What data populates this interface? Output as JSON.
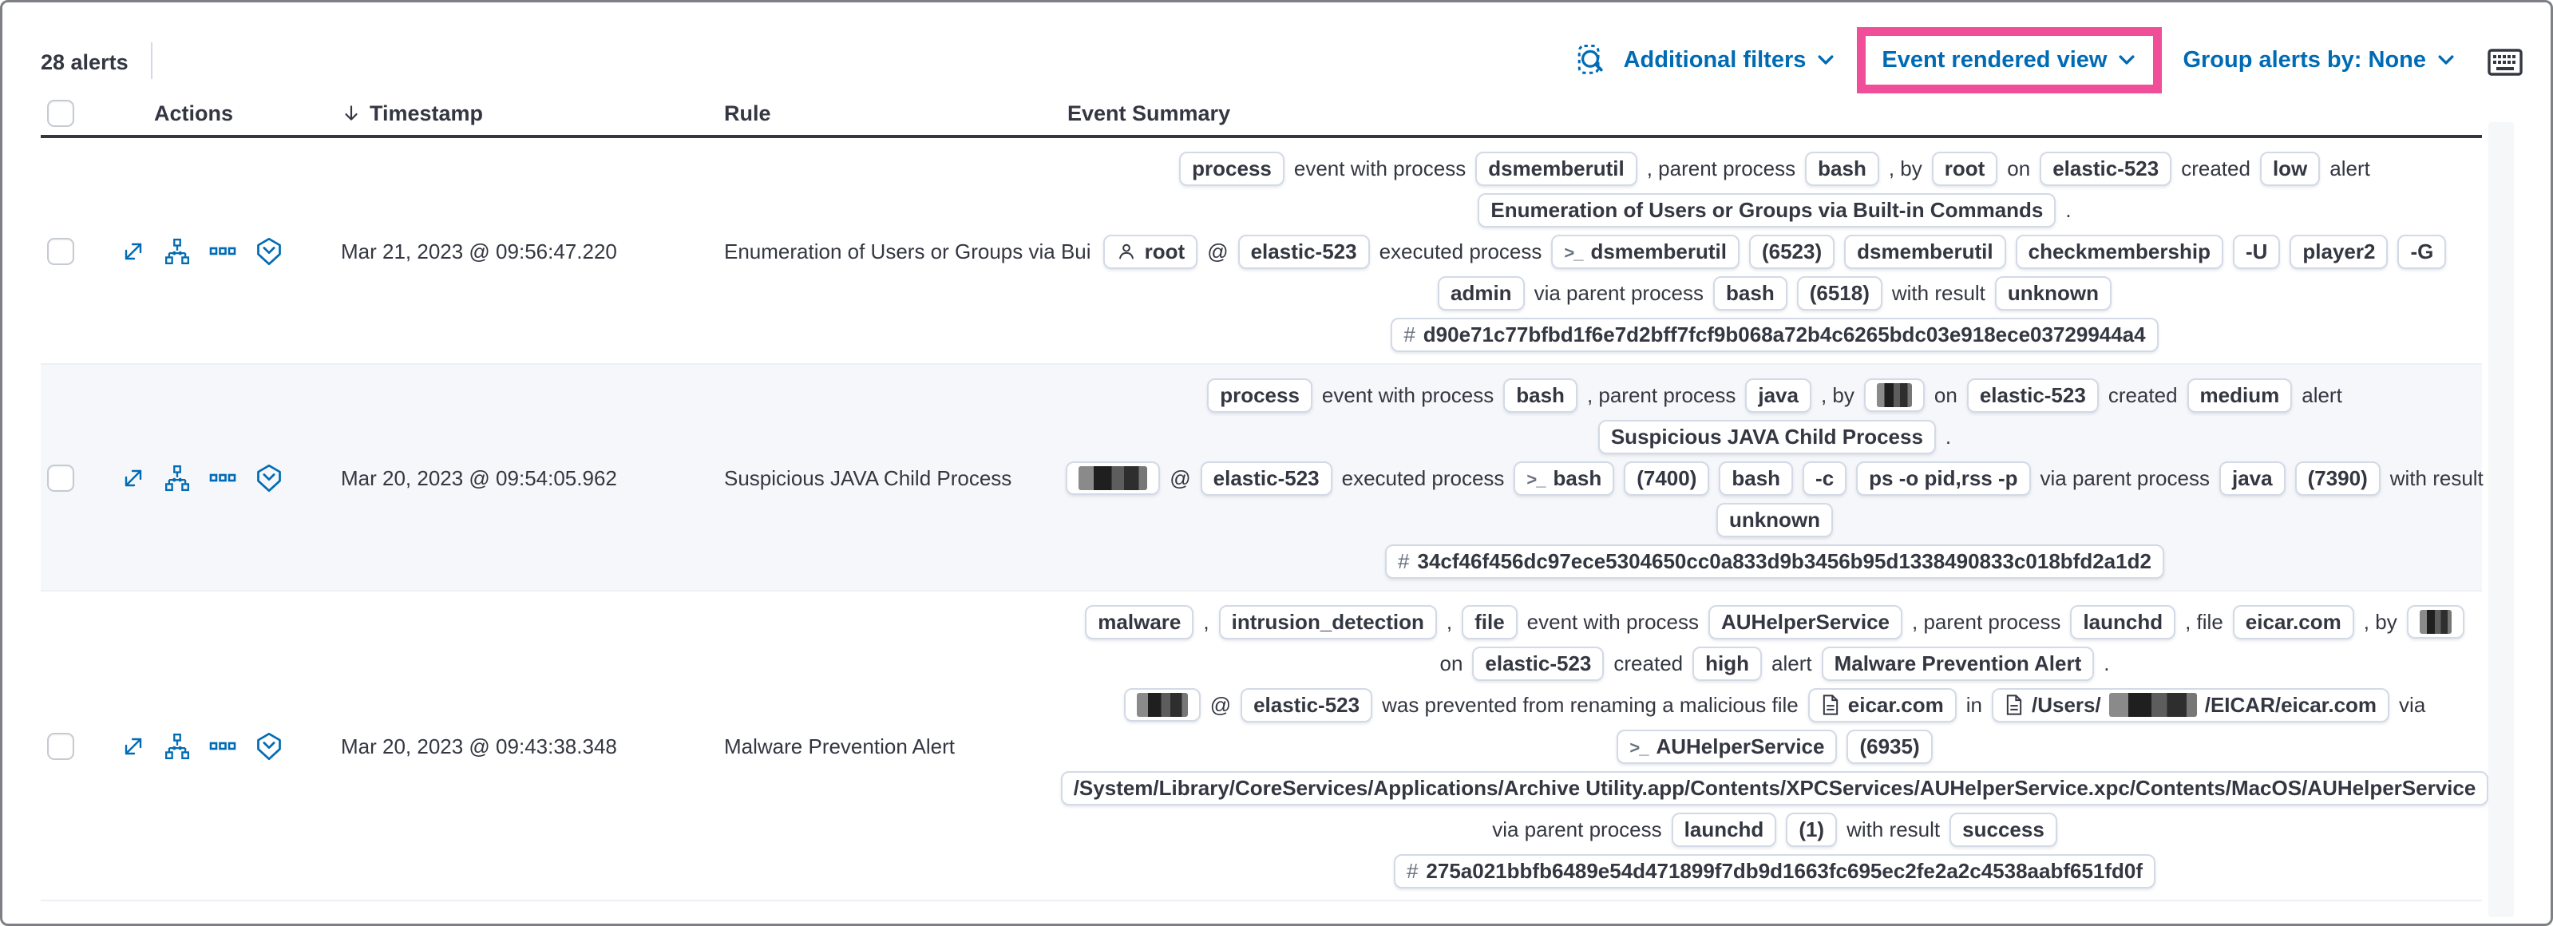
{
  "colors": {
    "accent_pink": "#F04E98",
    "link_blue": "#006BB4",
    "stripe": "#f5f7fa"
  },
  "toolbar": {
    "alerts_count": "28 alerts",
    "additional_filters": "Additional filters",
    "view_selector": "Event rendered view",
    "group_by": "Group alerts by: None"
  },
  "icons": {
    "user": "user-icon",
    "terminal": "terminal-prompt-icon",
    "file": "document-icon",
    "hash": "hash-icon"
  },
  "table": {
    "columns": {
      "actions": "Actions",
      "timestamp": "Timestamp",
      "rule": "Rule",
      "summary": "Event Summary"
    },
    "rows": [
      {
        "timestamp": "Mar 21, 2023 @ 09:56:47.220",
        "rule": "Enumeration of Users or Groups via Bui",
        "lines": [
          [
            {
              "k": "b",
              "v": "process"
            },
            {
              "k": "t",
              "v": "event with process"
            },
            {
              "k": "b",
              "v": "dsmemberutil"
            },
            {
              "k": "t",
              "v": ", parent process"
            },
            {
              "k": "b",
              "v": "bash"
            },
            {
              "k": "t",
              "v": ", by"
            },
            {
              "k": "b",
              "v": "root"
            },
            {
              "k": "t",
              "v": "on"
            },
            {
              "k": "b",
              "v": "elastic-523"
            },
            {
              "k": "t",
              "v": "created"
            },
            {
              "k": "b",
              "v": "low"
            },
            {
              "k": "t",
              "v": "alert"
            }
          ],
          [
            {
              "k": "b",
              "v": "Enumeration of Users or Groups via Built-in Commands"
            },
            {
              "k": "t",
              "v": "."
            }
          ],
          [
            {
              "k": "b",
              "v": "root",
              "icon": "user"
            },
            {
              "k": "t",
              "v": "@"
            },
            {
              "k": "b",
              "v": "elastic-523"
            },
            {
              "k": "t",
              "v": "executed process"
            },
            {
              "k": "b",
              "v": "dsmemberutil",
              "icon": "terminal"
            },
            {
              "k": "b",
              "v": "(6523)"
            },
            {
              "k": "b",
              "v": "dsmemberutil"
            },
            {
              "k": "b",
              "v": "checkmembership"
            },
            {
              "k": "b",
              "v": "-U"
            },
            {
              "k": "b",
              "v": "player2"
            },
            {
              "k": "b",
              "v": "-G"
            }
          ],
          [
            {
              "k": "b",
              "v": "admin"
            },
            {
              "k": "t",
              "v": "via parent process"
            },
            {
              "k": "b",
              "v": "bash"
            },
            {
              "k": "b",
              "v": "(6518)"
            },
            {
              "k": "t",
              "v": "with result"
            },
            {
              "k": "b",
              "v": "unknown"
            }
          ],
          [
            {
              "k": "b",
              "v": "d90e71c77bfbd1f6e7d2bff7fcf9b068a72b4c6265bdc03e918ece03729944a4",
              "icon": "hash"
            }
          ]
        ]
      },
      {
        "timestamp": "Mar 20, 2023 @ 09:54:05.962",
        "rule": "Suspicious JAVA Child Process",
        "lines": [
          [
            {
              "k": "b",
              "v": "process"
            },
            {
              "k": "t",
              "v": "event with process"
            },
            {
              "k": "b",
              "v": "bash"
            },
            {
              "k": "t",
              "v": ", parent process"
            },
            {
              "k": "b",
              "v": "java"
            },
            {
              "k": "t",
              "v": ", by"
            },
            {
              "k": "b",
              "redact": 44
            },
            {
              "k": "t",
              "v": "on"
            },
            {
              "k": "b",
              "v": "elastic-523"
            },
            {
              "k": "t",
              "v": "created"
            },
            {
              "k": "b",
              "v": "medium"
            },
            {
              "k": "t",
              "v": "alert"
            }
          ],
          [
            {
              "k": "b",
              "v": "Suspicious JAVA Child Process"
            },
            {
              "k": "t",
              "v": "."
            }
          ],
          [
            {
              "k": "b",
              "redact": 86
            },
            {
              "k": "t",
              "v": "@"
            },
            {
              "k": "b",
              "v": "elastic-523"
            },
            {
              "k": "t",
              "v": "executed process"
            },
            {
              "k": "b",
              "v": "bash",
              "icon": "terminal"
            },
            {
              "k": "b",
              "v": "(7400)"
            },
            {
              "k": "b",
              "v": "bash"
            },
            {
              "k": "b",
              "v": "-c"
            },
            {
              "k": "b",
              "v": "ps -o pid,rss -p"
            },
            {
              "k": "t",
              "v": "via parent process"
            },
            {
              "k": "b",
              "v": "java"
            },
            {
              "k": "b",
              "v": "(7390)"
            },
            {
              "k": "t",
              "v": "with result"
            }
          ],
          [
            {
              "k": "b",
              "v": "unknown"
            }
          ],
          [
            {
              "k": "b",
              "v": "34cf46f456dc97ece5304650cc0a833d9b3456b95d1338490833c018bfd2a1d2",
              "icon": "hash"
            }
          ]
        ]
      },
      {
        "timestamp": "Mar 20, 2023 @ 09:43:38.348",
        "rule": "Malware Prevention Alert",
        "lines": [
          [
            {
              "k": "b",
              "v": "malware"
            },
            {
              "k": "t",
              "v": ","
            },
            {
              "k": "b",
              "v": "intrusion_detection"
            },
            {
              "k": "t",
              "v": ","
            },
            {
              "k": "b",
              "v": "file"
            },
            {
              "k": "t",
              "v": "event with process"
            },
            {
              "k": "b",
              "v": "AUHelperService"
            },
            {
              "k": "t",
              "v": ", parent process"
            },
            {
              "k": "b",
              "v": "launchd"
            },
            {
              "k": "t",
              "v": ", file"
            },
            {
              "k": "b",
              "v": "eicar.com"
            },
            {
              "k": "t",
              "v": ", by"
            },
            {
              "k": "b",
              "redact": 40
            }
          ],
          [
            {
              "k": "t",
              "v": "on"
            },
            {
              "k": "b",
              "v": "elastic-523"
            },
            {
              "k": "t",
              "v": "created"
            },
            {
              "k": "b",
              "v": "high"
            },
            {
              "k": "t",
              "v": "alert"
            },
            {
              "k": "b",
              "v": "Malware Prevention Alert"
            },
            {
              "k": "t",
              "v": "."
            }
          ],
          [
            {
              "k": "b",
              "redact": 64
            },
            {
              "k": "t",
              "v": "@"
            },
            {
              "k": "b",
              "v": "elastic-523"
            },
            {
              "k": "t",
              "v": "was prevented from renaming a malicious file"
            },
            {
              "k": "b",
              "v": "eicar.com",
              "icon": "file"
            },
            {
              "k": "t",
              "v": "in"
            },
            {
              "k": "b",
              "icon": "file",
              "parts": [
                {
                  "t": "/Users/"
                },
                {
                  "r": 110
                },
                {
                  "t": "/EICAR/eicar.com"
                }
              ]
            },
            {
              "k": "t",
              "v": "via"
            }
          ],
          [
            {
              "k": "b",
              "v": "AUHelperService",
              "icon": "terminal"
            },
            {
              "k": "b",
              "v": "(6935)"
            }
          ],
          [
            {
              "k": "b",
              "v": "/System/Library/CoreServices/Applications/Archive Utility.app/Contents/XPCServices/AUHelperService.xpc/Contents/MacOS/AUHelperService"
            }
          ],
          [
            {
              "k": "t",
              "v": "via parent process"
            },
            {
              "k": "b",
              "v": "launchd"
            },
            {
              "k": "b",
              "v": "(1)"
            },
            {
              "k": "t",
              "v": "with result"
            },
            {
              "k": "b",
              "v": "success"
            }
          ],
          [
            {
              "k": "b",
              "v": "275a021bbfb6489e54d471899f7db9d1663fc695ec2fe2a2c4538aabf651fd0f",
              "icon": "hash"
            }
          ]
        ]
      }
    ]
  }
}
